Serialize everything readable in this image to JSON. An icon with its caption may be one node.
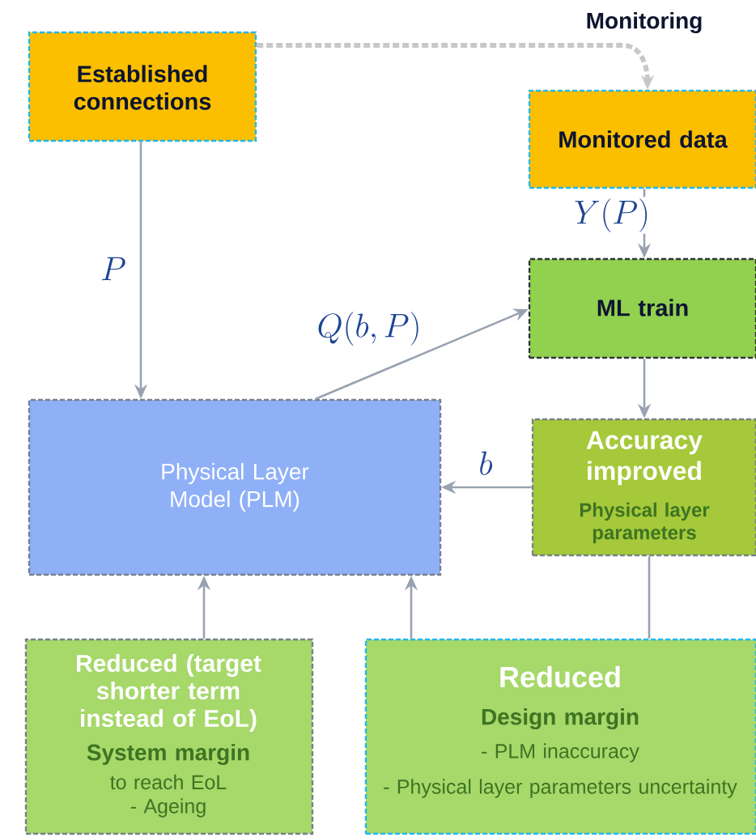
{
  "diagram": {
    "nodes": [
      {
        "text": [
          "Established connections"
        ]
      },
      {
        "text": [
          "Monitored data"
        ]
      },
      {
        "text": [
          "ML train"
        ]
      },
      {
        "text": [
          "Physical Layer Model (PLM)"
        ]
      },
      {
        "text": [
          "Accuracy improved",
          "Physical layer parameters"
        ]
      },
      {
        "text": [
          "Reduced (target shorter term instead of EoL)",
          "System margin",
          "to reach EoL",
          "- Ageing"
        ]
      },
      {
        "text": [
          "Reduced",
          "Design margin",
          "- PLM inaccuracy",
          "- Physical layer parameters uncertainty"
        ]
      }
    ],
    "edges": [
      {
        "from": 0,
        "to": 1,
        "arrow": "to",
        "label": "Monitoring",
        "style": "dashed",
        "color": "#c8c8c8"
      },
      {
        "from": 0,
        "to": 3,
        "arrow": "to",
        "label": "P"
      },
      {
        "from": 1,
        "to": 2,
        "arrow": "to",
        "label": "Y(P)"
      },
      {
        "from": 3,
        "to": 2,
        "arrow": "to",
        "label": "Q(b,P)"
      },
      {
        "from": 2,
        "to": 4,
        "arrow": "to"
      },
      {
        "from": 4,
        "to": 3,
        "arrow": "to",
        "label": "b"
      },
      {
        "from": 5,
        "to": 3,
        "arrow": "to"
      },
      {
        "from": 6,
        "to": 3,
        "arrow": "to"
      },
      {
        "from": 4,
        "to": 6,
        "arrow": "none"
      }
    ]
  }
}
